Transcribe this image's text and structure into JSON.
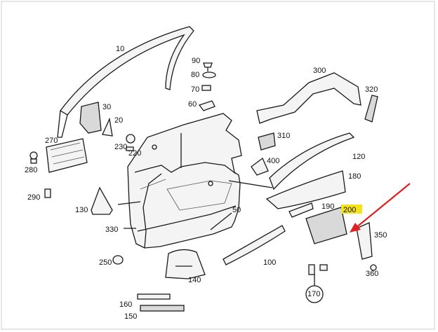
{
  "labels": {
    "p10": "10",
    "p20": "20",
    "p30": "30",
    "p50": "50",
    "p60": "60",
    "p70": "70",
    "p80": "80",
    "p90": "90",
    "p100": "100",
    "p120": "120",
    "p130": "130",
    "p140": "140",
    "p150": "150",
    "p160": "160",
    "p170": "170",
    "p180": "180",
    "p190": "190",
    "p200": "200",
    "p220": "220",
    "p230": "230",
    "p250": "250",
    "p270": "270",
    "p280": "280",
    "p290": "290",
    "p300": "300",
    "p310": "310",
    "p320": "320",
    "p330": "330",
    "p350": "350",
    "p360": "360",
    "p400": "400"
  },
  "colors": {
    "highlight": "#f5e21a",
    "arrow": "#e02020",
    "line": "#1a1a1a"
  }
}
